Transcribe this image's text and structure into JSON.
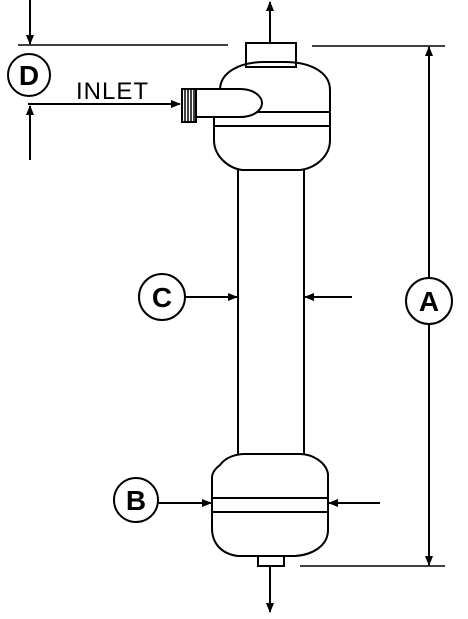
{
  "labels": {
    "inlet": "INLET",
    "dimension_a": "A",
    "dimension_b": "B",
    "dimension_c": "C",
    "dimension_d": "D"
  },
  "colors": {
    "line": "#000000",
    "background": "#ffffff"
  }
}
